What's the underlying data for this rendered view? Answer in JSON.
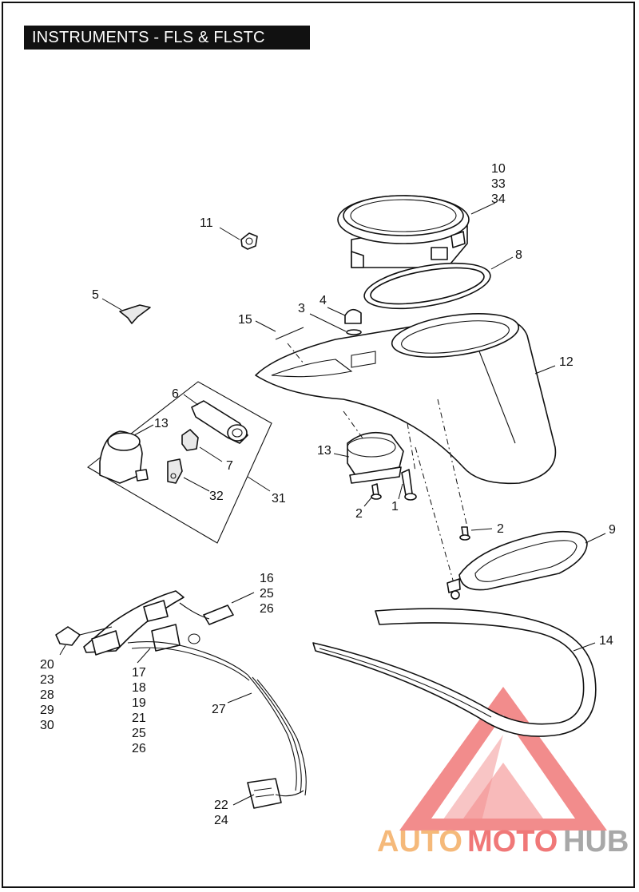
{
  "page": {
    "title": "INSTRUMENTS - FLS & FLSTC"
  },
  "callouts": {
    "c10": "10",
    "c33": "33",
    "c34": "34",
    "c11": "11",
    "c8": "8",
    "c5": "5",
    "c3": "3",
    "c4": "4",
    "c15": "15",
    "c12": "12",
    "c6": "6",
    "c13a": "13",
    "c13b": "13",
    "c7": "7",
    "c32": "32",
    "c31": "31",
    "c2a": "2",
    "c1": "1",
    "c2b": "2",
    "c9": "9",
    "c16": "16",
    "c25a": "25",
    "c26a": "26",
    "c14": "14",
    "c20": "20",
    "c23": "23",
    "c28": "28",
    "c29": "29",
    "c30": "30",
    "c17": "17",
    "c18": "18",
    "c19": "19",
    "c21": "21",
    "c25b": "25",
    "c26b": "26",
    "c27": "27",
    "c22": "22",
    "c24": "24"
  },
  "watermark": {
    "part1": "AUTO",
    "part2": "MOTO",
    "part3": "HUB",
    "color_red": "#f07878",
    "color_orange": "#f5b97a",
    "color_gray": "#a8a8a8"
  }
}
